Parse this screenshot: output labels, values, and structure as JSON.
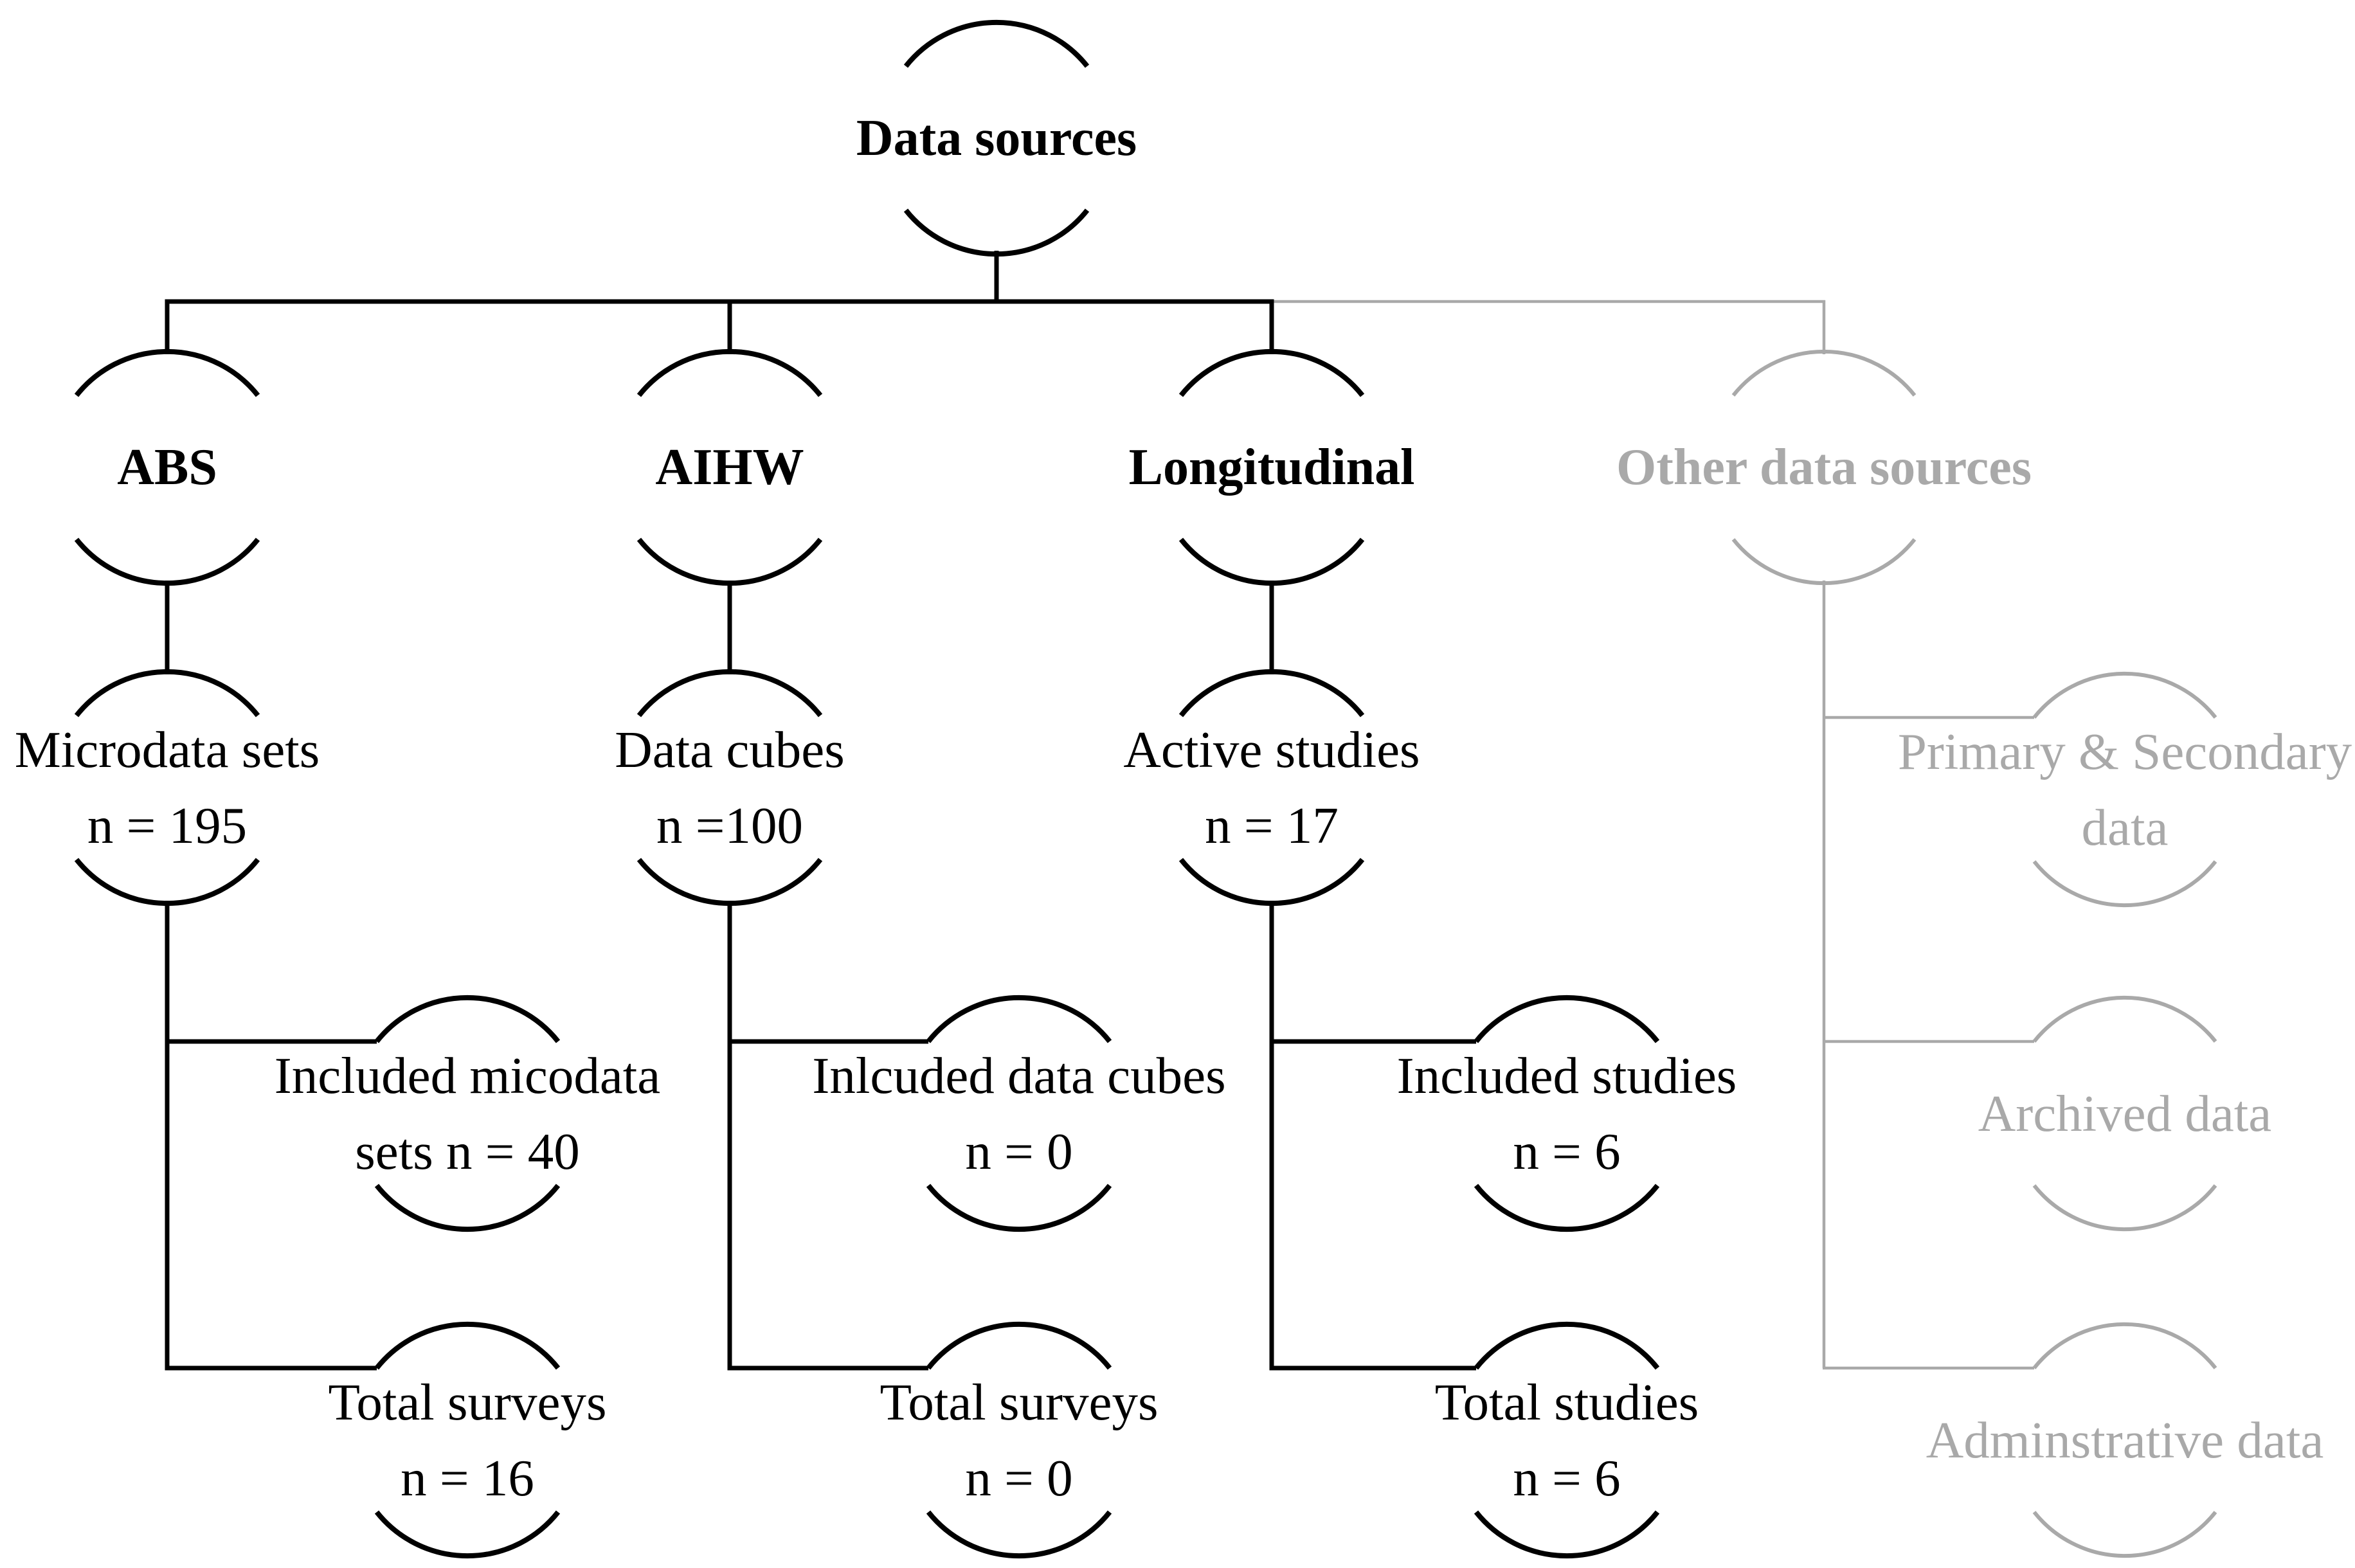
{
  "colors": {
    "primary_branch": "#000000",
    "muted_branch": "#a9a9a9",
    "background": "#ffffff"
  },
  "root": {
    "label": "Data sources"
  },
  "abs": {
    "label": "ABS",
    "source": {
      "l1": "Microdata sets",
      "l2": "n = 195"
    },
    "included": {
      "l1": "Included micodata",
      "l2": "sets n = 40"
    },
    "total": {
      "l1": "Total surveys",
      "l2": "n = 16"
    }
  },
  "aihw": {
    "label": "AIHW",
    "source": {
      "l1": "Data cubes",
      "l2": "n =100"
    },
    "included": {
      "l1": "Inlcuded data cubes",
      "l2": "n = 0"
    },
    "total": {
      "l1": "Total surveys",
      "l2": "n = 0"
    }
  },
  "longitudinal": {
    "label": "Longitudinal",
    "source": {
      "l1": "Active studies",
      "l2": "n = 17"
    },
    "included": {
      "l1": "Included studies",
      "l2": "n = 6"
    },
    "total": {
      "l1": "Total studies",
      "l2": "n = 6"
    }
  },
  "other": {
    "label": "Other data sources",
    "children": [
      {
        "l1": "Primary & Secondary",
        "l2": "data"
      },
      {
        "l1": "Archived data"
      },
      {
        "l1": "Adminstrative data"
      }
    ]
  }
}
